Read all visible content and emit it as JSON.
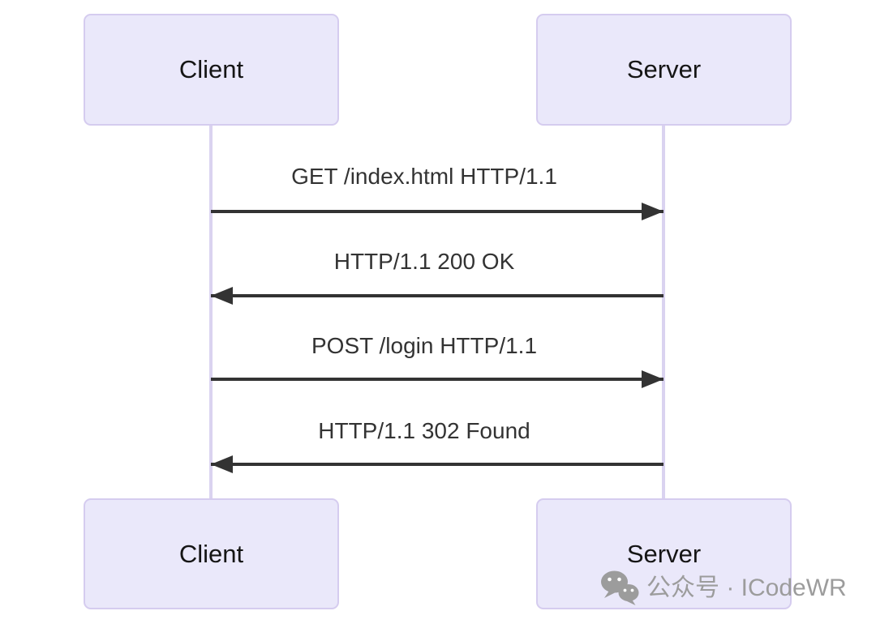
{
  "diagram": {
    "type": "sequence",
    "actors": [
      {
        "id": "client",
        "label": "Client"
      },
      {
        "id": "server",
        "label": "Server"
      }
    ],
    "messages": [
      {
        "from": "client",
        "to": "server",
        "direction": "right",
        "label": "GET /index.html HTTP/1.1"
      },
      {
        "from": "server",
        "to": "client",
        "direction": "left",
        "label": "HTTP/1.1 200 OK"
      },
      {
        "from": "client",
        "to": "server",
        "direction": "right",
        "label": "POST /login HTTP/1.1"
      },
      {
        "from": "server",
        "to": "client",
        "direction": "left",
        "label": "HTTP/1.1 302 Found"
      }
    ],
    "colors": {
      "actor_fill": "#EAE8FA",
      "actor_border": "#D5CCEF",
      "lifeline": "#DAD3F0",
      "arrow": "#333333",
      "message_text": "#333333",
      "watermark": "#9C9C9C"
    }
  },
  "watermark": {
    "icon": "wechat-icon",
    "text": "公众号 · ICodeWR"
  }
}
